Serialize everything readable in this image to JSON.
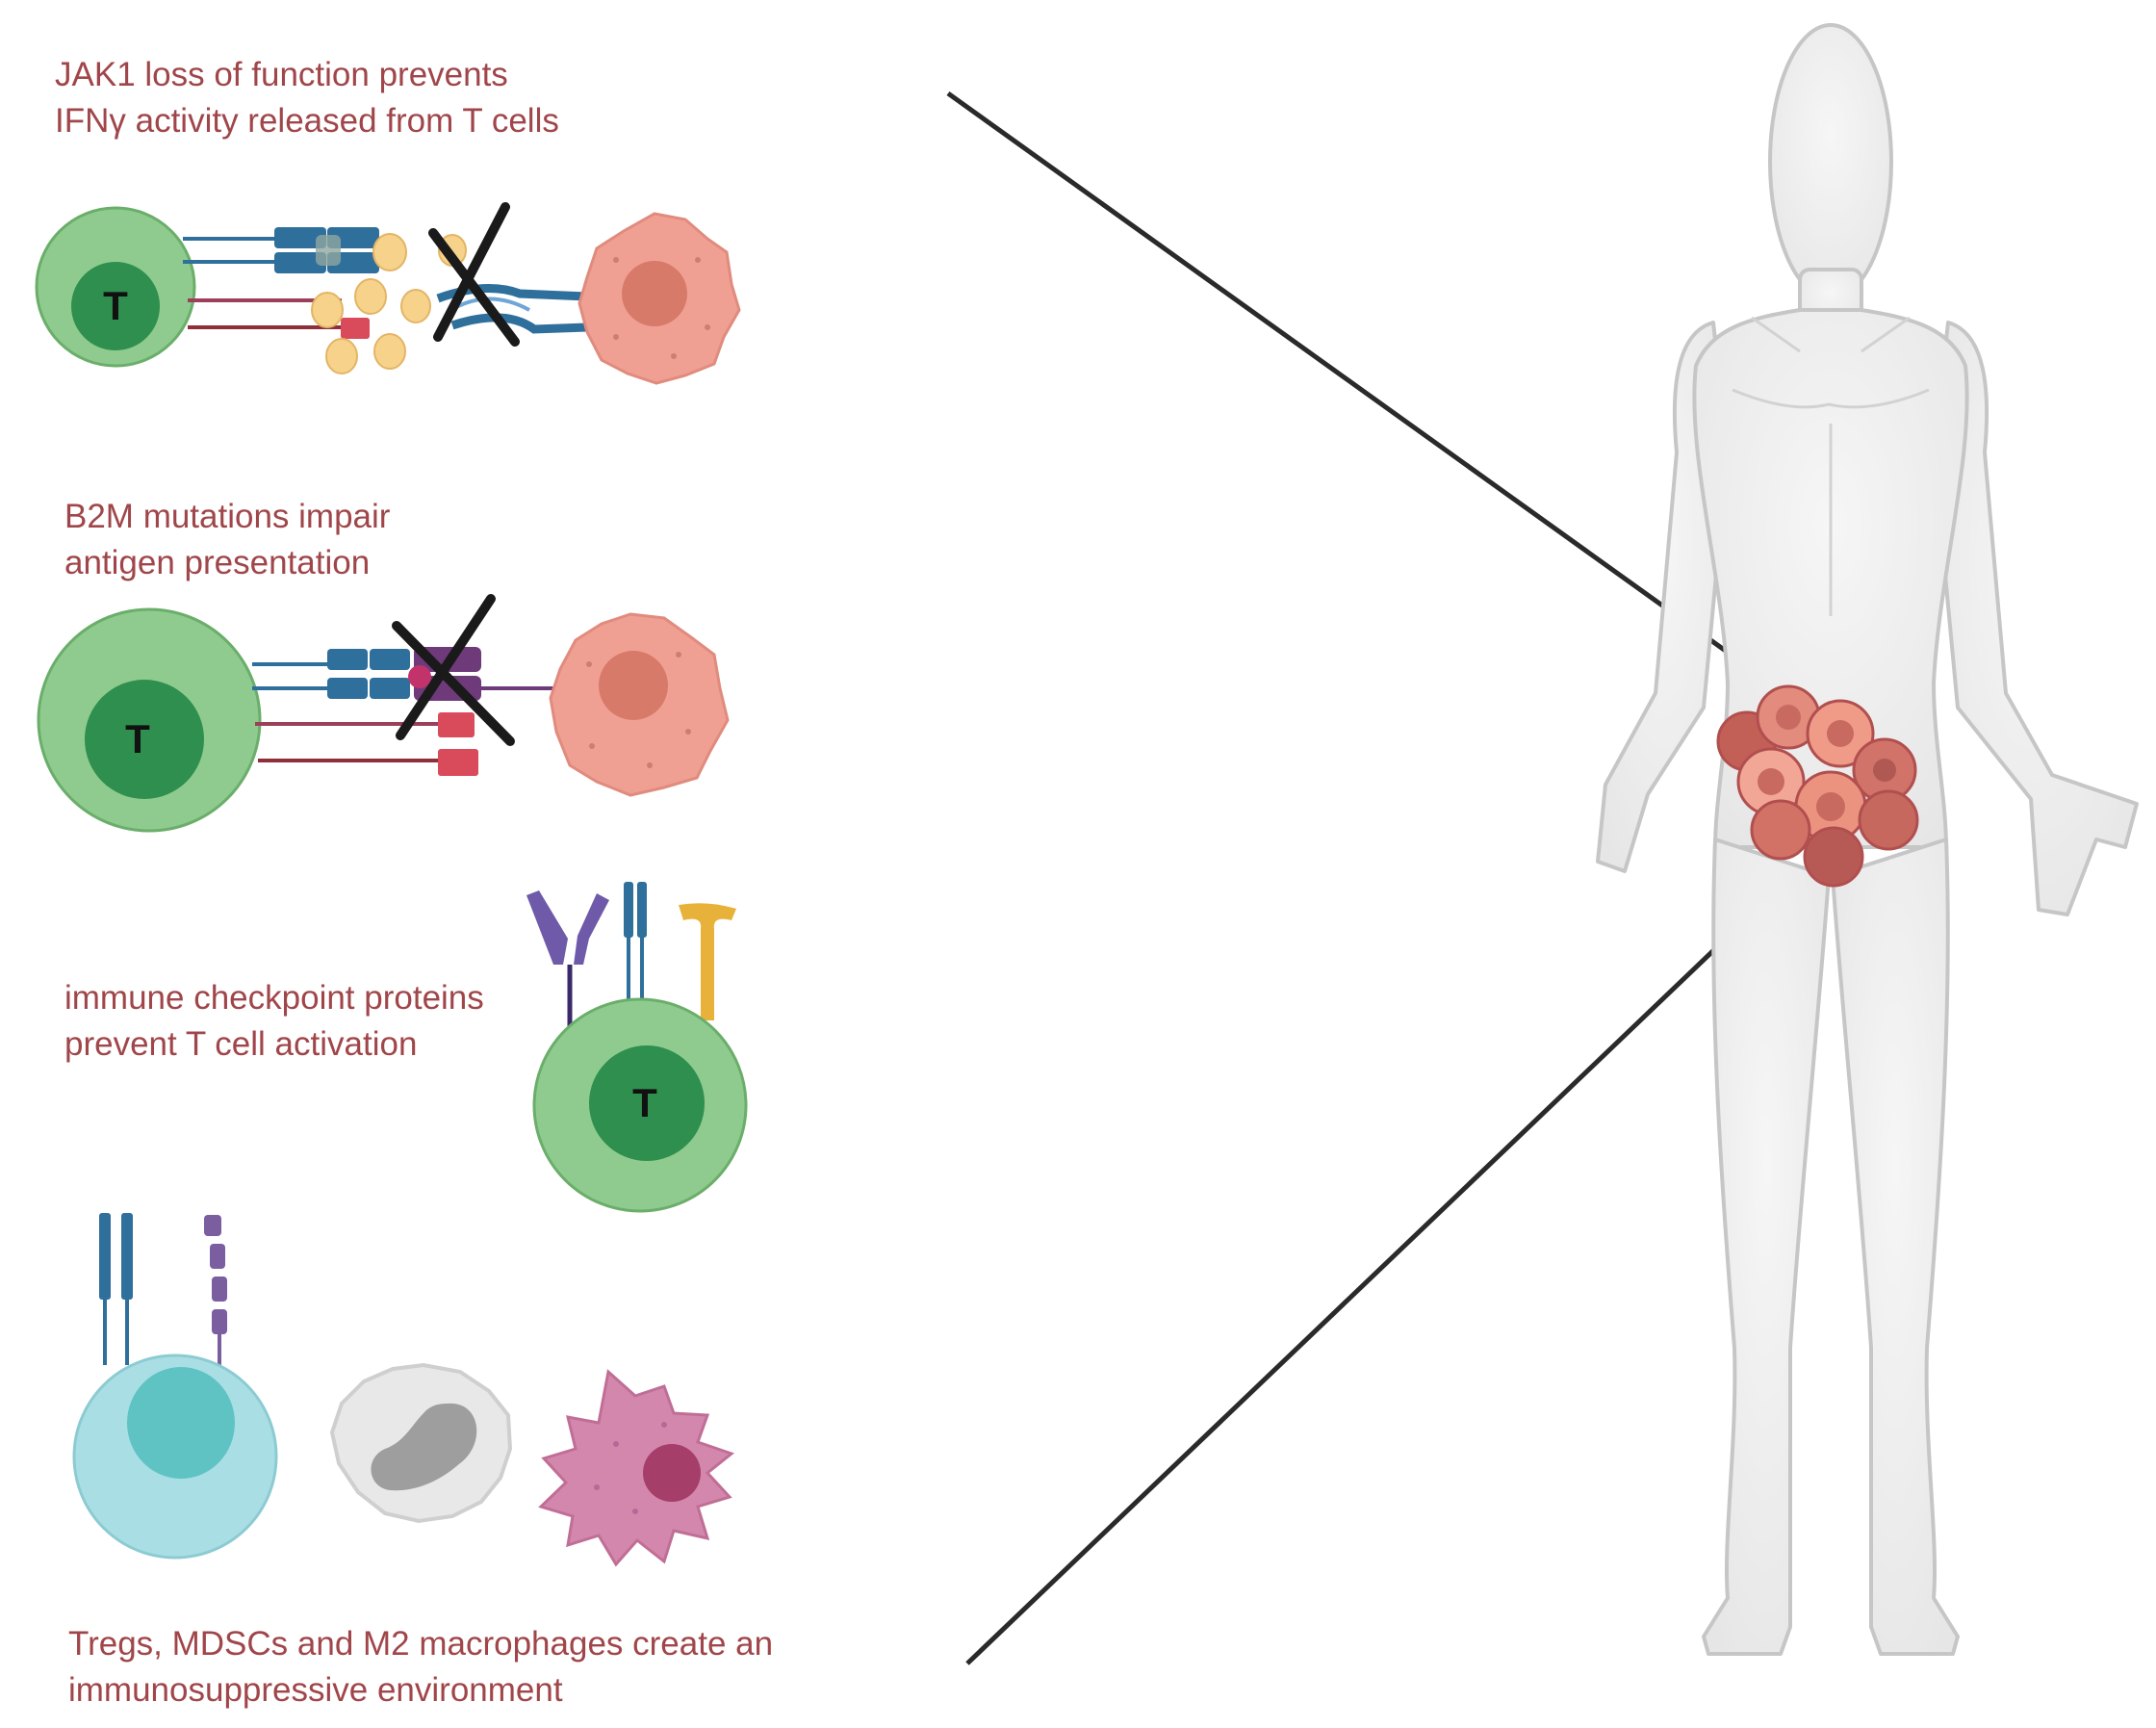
{
  "captions": {
    "jak1": [
      "JAK1 loss of function prevents",
      "IFNγ activity released from T cells"
    ],
    "b2m": [
      "B2M mutations impair",
      "antigen presentation"
    ],
    "checkpoint": [
      "immune checkpoint proteins",
      "prevent T cell activation"
    ],
    "suppressive": [
      "Tregs, MDSCs and M2 macrophages create an",
      "immunosuppressive environment"
    ]
  },
  "cell_label": "T",
  "colors": {
    "caption": "#a0464a",
    "t_cell_outer": "#8fcb8f",
    "t_cell_inner": "#2f8f4e",
    "tumor_cell": "#f0a093",
    "tumor_nucleus": "#d77a6a",
    "receptor_blue": "#2f6f9c",
    "receptor_purple": "#6e5aa8",
    "receptor_yellow": "#e8b23a",
    "cytokine": "#f7d28a",
    "treg": "#a9dfe4",
    "mdsc": "#e4e4e4",
    "macrophage": "#d487ad",
    "body": "#efefef",
    "tumor_mass": "#d9786a"
  },
  "icons": [
    "cross-mark-icon",
    "human-body-icon",
    "tumor-mass-icon",
    "t-cell-icon",
    "tumor-cell-icon",
    "treg-cell-icon",
    "mdsc-cell-icon",
    "m2-macrophage-icon"
  ]
}
